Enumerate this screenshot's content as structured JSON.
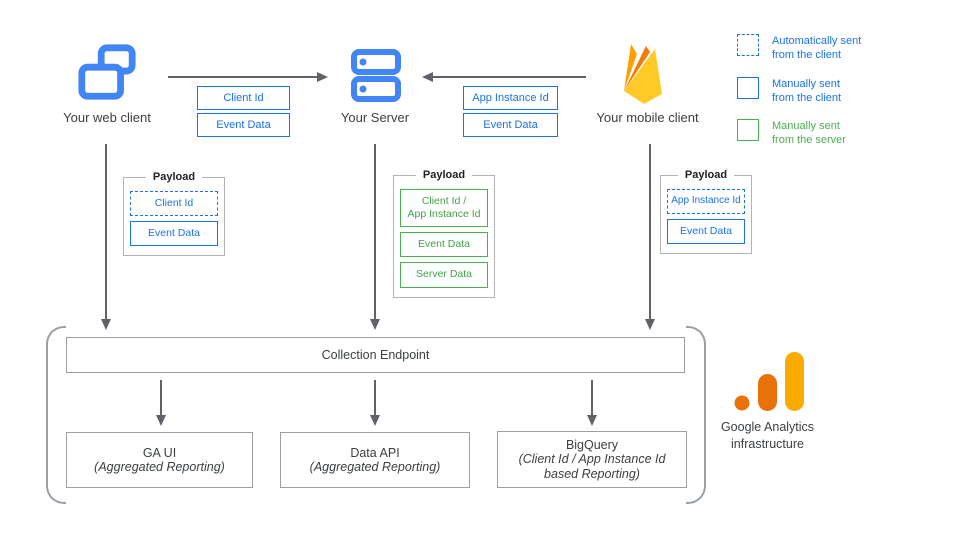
{
  "nodes": {
    "web_client": "Your web client",
    "server": "Your Server",
    "mobile_client": "Your mobile client"
  },
  "flow_web": {
    "box1": "Client Id",
    "box2": "Event Data"
  },
  "flow_mobile": {
    "box1": "App Instance Id",
    "box2": "Event Data"
  },
  "legend": {
    "auto_client": "Automatically sent\nfrom the client",
    "manual_client": "Manually sent\nfrom the client",
    "manual_server": "Manually sent\nfrom the server"
  },
  "payload_web": {
    "title": "Payload",
    "item1": "Client Id",
    "item2": "Event Data"
  },
  "payload_server": {
    "title": "Payload",
    "item1": "Client Id /\nApp Instance Id",
    "item2": "Event Data",
    "item3": "Server Data"
  },
  "payload_mobile": {
    "title": "Payload",
    "item1": "App Instance Id",
    "item2": "Event Data"
  },
  "infra": {
    "endpoint": "Collection Endpoint",
    "ga_ui_title": "GA UI",
    "ga_ui_sub": "(Aggregated Reporting)",
    "data_api_title": "Data API",
    "data_api_sub": "(Aggregated Reporting)",
    "bigquery_title": "BigQuery",
    "bigquery_sub": "(Client Id / App Instance Id based Reporting)",
    "label": "Google Analytics\ninfrastructure"
  },
  "colors": {
    "icon_blue": "#4285F4",
    "flow_blue": "#1A73E8",
    "green": "#4CAF50",
    "arrow_gray": "#5F6368",
    "ga_orange": "#E8710A",
    "ga_amber": "#F9AB00"
  }
}
